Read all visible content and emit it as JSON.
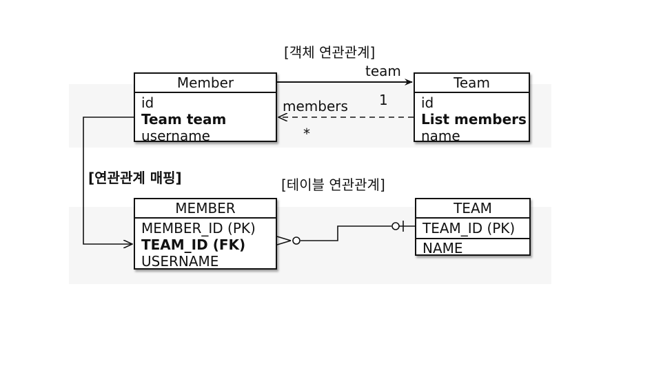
{
  "object_section": {
    "title": "[객체 연관관계]"
  },
  "table_section": {
    "title": "[테이블 연관관계]"
  },
  "mapping_label": "[연관관계 매핑]",
  "member": {
    "name": "Member",
    "fields": [
      "id",
      "Team team",
      "username"
    ]
  },
  "team": {
    "name": "Team",
    "fields": [
      "id",
      "List members",
      "name"
    ]
  },
  "member_table": {
    "name": "MEMBER",
    "fields": [
      "MEMBER_ID (PK)",
      "TEAM_ID (FK)",
      "USERNAME"
    ]
  },
  "team_table": {
    "name": "TEAM",
    "fields": [
      "TEAM_ID (PK)",
      "NAME"
    ]
  },
  "relations": {
    "member_to_team": {
      "label": "team",
      "multiplicity": "1"
    },
    "team_to_members": {
      "label": "members",
      "multiplicity": "*"
    }
  }
}
